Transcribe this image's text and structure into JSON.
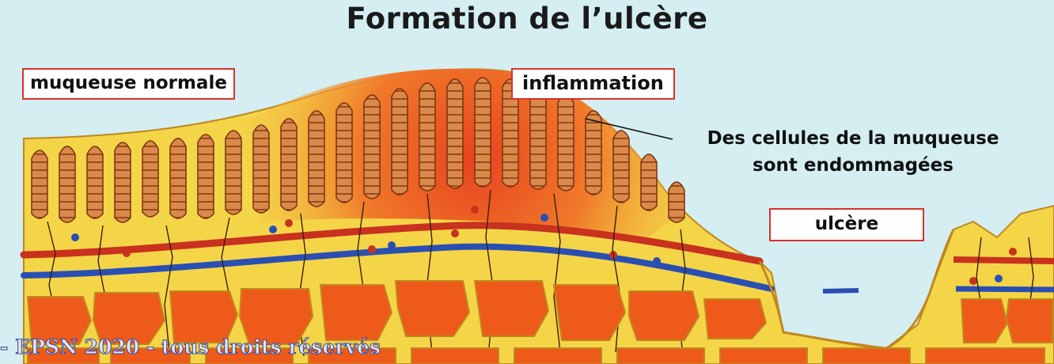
{
  "title": "Formation de l’ulcère",
  "labels": {
    "normal": "muqueuse normale",
    "inflammation": "inflammation",
    "damage_line1": "Des cellules de la muqueuse",
    "damage_line2": "sont endommagées",
    "ulcer": "ulcère"
  },
  "copyright": "- EPSN 2020 - tous droits réservés",
  "colors": {
    "background": "#d4eef2",
    "mucosa": "#f4d548",
    "inflammation": "#e8421f",
    "villi": "#c9743a",
    "blood_red": "#c8321e",
    "blood_blue": "#2a4fb3",
    "tissue_cells": "#ee5a1a",
    "label_border": "#d8322a"
  }
}
